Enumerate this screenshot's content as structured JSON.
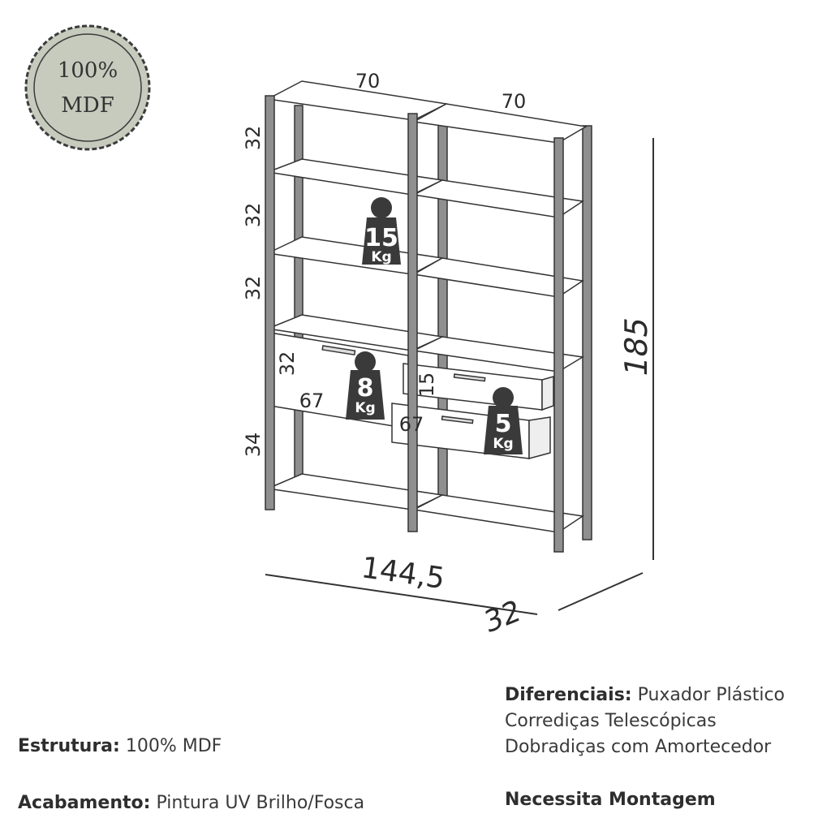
{
  "seal": {
    "line1": "100%",
    "line2": "MDF",
    "fill": "#c6cbbd",
    "stroke": "#3c3c3c"
  },
  "dimensions": {
    "top_left_width": "70",
    "top_right_width": "70",
    "shelf_heights": [
      "32",
      "32",
      "32",
      "34"
    ],
    "drawer_large_height": "32",
    "drawer_large_width": "67",
    "drawer_small_height": "15",
    "drawer_small_width": "67",
    "total_height": "185",
    "total_width": "144,5",
    "depth": "32"
  },
  "weights": [
    {
      "value": "15",
      "unit": "Kg"
    },
    {
      "value": "8",
      "unit": "Kg"
    },
    {
      "value": "5",
      "unit": "Kg"
    }
  ],
  "specs": {
    "estrutura_label": "Estrutura:",
    "estrutura_value": "100% MDF",
    "acabamento_label": "Acabamento:",
    "acabamento_value": "Pintura UV Brilho/Fosca",
    "diferenciais_label": "Diferenciais:",
    "diferenciais_lines": [
      "Puxador Plástico",
      "Corrediças Telescópicas",
      "Dobradiças com Amortecedor"
    ],
    "montagem": "Necessita Montagem"
  },
  "colors": {
    "post": "#8f8f8f",
    "line": "#333333",
    "weight": "#3a3a3a"
  }
}
